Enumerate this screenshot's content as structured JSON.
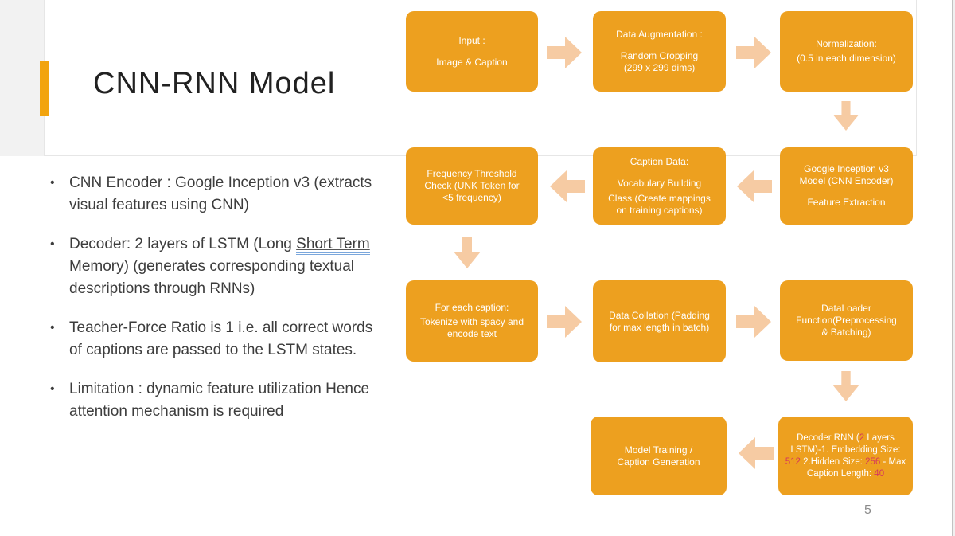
{
  "slide": {
    "title": "CNN-RNN Model",
    "page_number": "5"
  },
  "bullets": {
    "b1": "CNN Encoder : Google Inception v3 (extracts visual features using CNN)",
    "b2_pre": "Decoder:  2 layers of LSTM (Long ",
    "b2_underlined": "Short Term",
    "b2_post": " Memory) (generates corresponding textual descriptions through RNNs)",
    "b3": "Teacher-Force Ratio is 1 i.e. all correct words of captions are passed to the LSTM states.",
    "b4": "Limitation : dynamic feature utilization Hence attention mechanism is required"
  },
  "flowchart": {
    "boxes": [
      {
        "id": "input",
        "lines": [
          "Input :",
          "Image & Caption"
        ]
      },
      {
        "id": "data-augmentation",
        "lines": [
          "Data Augmentation :",
          "Random Cropping",
          "(299 x 299 dims)"
        ]
      },
      {
        "id": "normalization",
        "lines": [
          "Normalization:",
          "(0.5 in each dimension)"
        ]
      },
      {
        "id": "frequency-threshold",
        "lines": [
          "Frequency Threshold",
          "Check   (UNK Token for",
          "<5 frequency)"
        ]
      },
      {
        "id": "caption-data",
        "lines": [
          "Caption Data:",
          "Vocabulary Building",
          "Class (Create mappings",
          "on training captions)"
        ]
      },
      {
        "id": "inception-encoder",
        "lines": [
          "Google Inception v3",
          "Model  (CNN Encoder)",
          "Feature Extraction"
        ]
      },
      {
        "id": "tokenize",
        "lines": [
          "For each caption:",
          "Tokenize with spacy and",
          "encode text"
        ]
      },
      {
        "id": "data-collation",
        "lines": [
          "Data Collation (Padding",
          "for max length in batch)"
        ]
      },
      {
        "id": "dataloader",
        "lines": [
          "DataLoader",
          "Function(Preprocessing",
          "& Batching)"
        ]
      },
      {
        "id": "model-training",
        "lines": [
          "Model Training /",
          "Caption Generation"
        ]
      },
      {
        "id": "decoder-rnn",
        "segments": [
          "Decoder RNN (",
          "2",
          " Layers LSTM)-1. Embedding Size: ",
          "512",
          "  2.Hidden Size: ",
          "256",
          " - Max Caption Length: ",
          "40"
        ]
      }
    ]
  },
  "colors": {
    "box_fill": "#EDA01F",
    "arrow_fill": "#F6CBA3",
    "accent_bar": "#F2A40E",
    "highlight_red": "#D5395B",
    "body_text": "#3D3D3D",
    "page_number_gray": "#8C8C8C"
  }
}
